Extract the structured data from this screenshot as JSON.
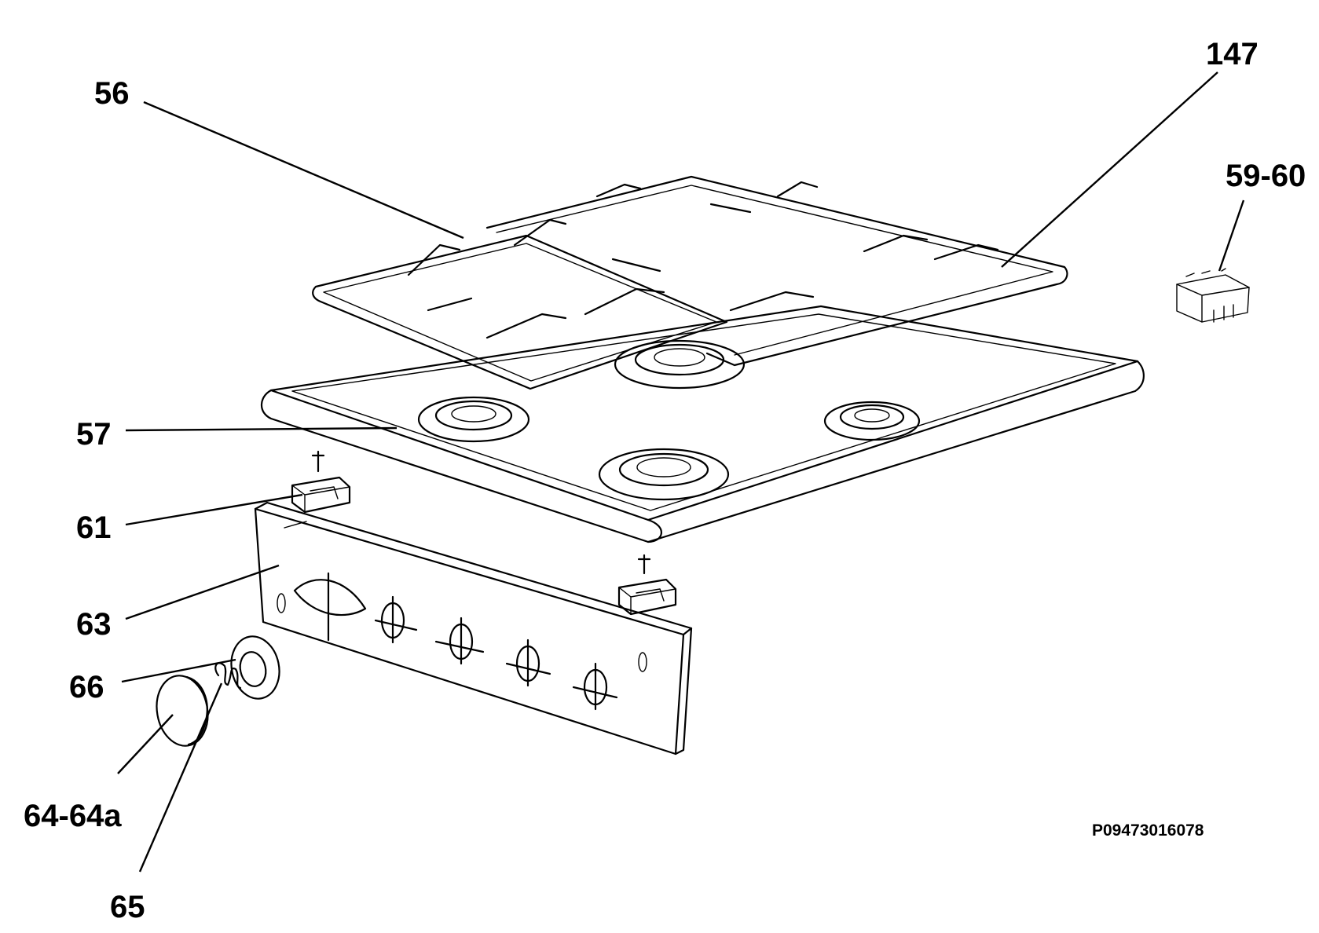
{
  "callouts": {
    "c56": "56",
    "c147": "147",
    "c5960": "59-60",
    "c57": "57",
    "c61": "61",
    "c63": "63",
    "c66": "66",
    "c6464a": "64-64a",
    "c65": "65"
  },
  "drawing_code": "P09473016078"
}
